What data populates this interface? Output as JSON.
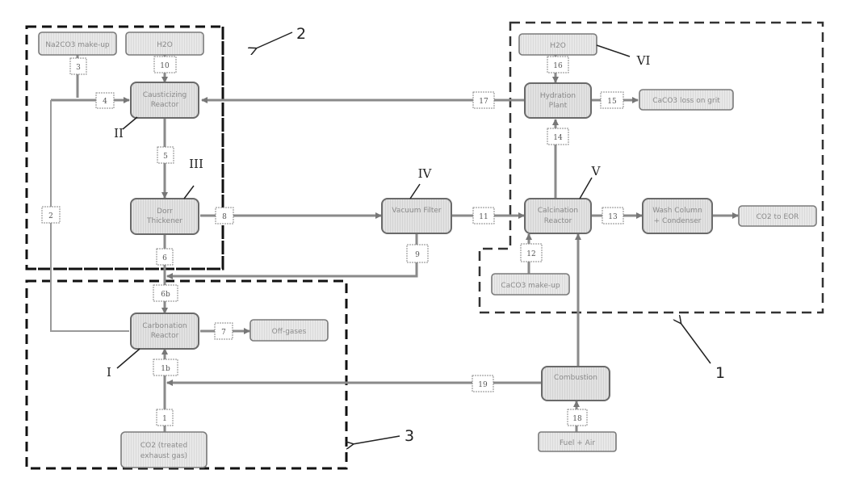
{
  "diagram": {
    "units": {
      "na2co3_makeup": "Na2CO3 make-up",
      "h2o_top": "H2O",
      "causticizing_reactor": [
        "Causticizing",
        "Reactor"
      ],
      "dorr_thickener": [
        "Dorr",
        "Thickener"
      ],
      "vacuum_filter": "Vacuum Filter",
      "carbonation_reactor": [
        "Carbonation",
        "Reactor"
      ],
      "off_gases": "Off-gases",
      "co2_treated": [
        "CO2 (treated",
        "exhaust gas)"
      ],
      "h2o_hydration": "H2O",
      "hydration_plant": [
        "Hydration",
        "Plant"
      ],
      "caco3_loss": "CaCO3 loss on grit",
      "calcination_reactor": [
        "Calcination",
        "Reactor"
      ],
      "wash_column": [
        "Wash Column",
        "+ Condenser"
      ],
      "co2_to_eor": "CO2 to EOR",
      "caco3_makeup": "CaCO3 make-up",
      "combustion": "Combustion",
      "fuel_air": "Fuel + Air"
    },
    "streams": {
      "s1": "1",
      "s1b": "1b",
      "s2": "2",
      "s3": "3",
      "s4": "4",
      "s5": "5",
      "s6": "6",
      "s6b": "6b",
      "s7": "7",
      "s8": "8",
      "s9": "9",
      "s10": "10",
      "s11": "11",
      "s12": "12",
      "s13": "13",
      "s14": "14",
      "s15": "15",
      "s16": "16",
      "s17": "17",
      "s18": "18",
      "s19": "19"
    },
    "unit_labels": {
      "I": "I",
      "II": "II",
      "III": "III",
      "IV": "IV",
      "V": "V",
      "VI": "VI"
    },
    "section_callouts": {
      "section_1": "1",
      "section_2": "2",
      "section_3": "3"
    }
  }
}
